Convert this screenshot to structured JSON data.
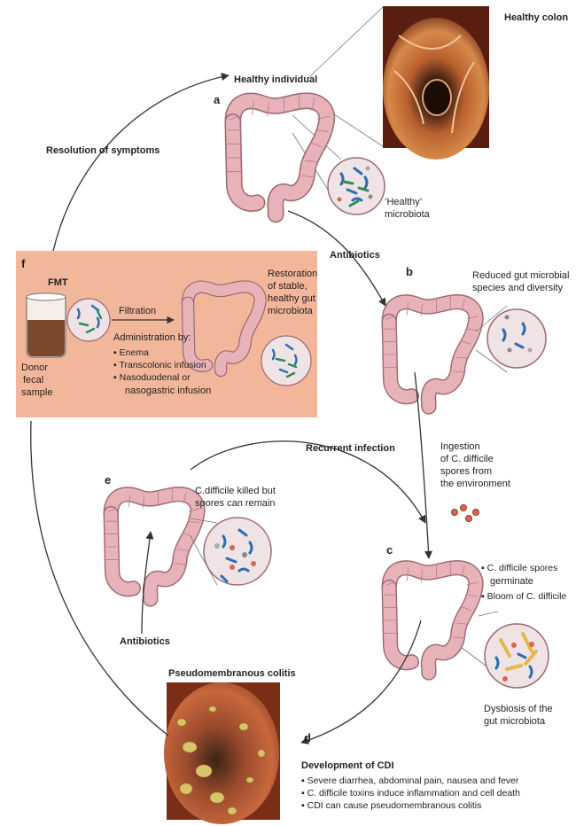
{
  "labels": {
    "healthy_colon": "Healthy colon",
    "healthy_individual": "Healthy individual",
    "a": "a",
    "healthy_microbiota_1": "‘Healthy’",
    "healthy_microbiota_2": "microbiota",
    "resolution": "Resolution of symptoms",
    "antibiotics_top": "Antibiotics",
    "b": "b",
    "reduced_1": "Reduced gut microbial",
    "reduced_2": "species and diversity",
    "recurrent": "Recurrent infection",
    "ingestion_1": "Ingestion",
    "ingestion_2": "of C. difficile",
    "ingestion_3": "spores from",
    "ingestion_4": "the environment",
    "e": "e",
    "killed_1": "C.difficile killed but",
    "killed_2": "spores can remain",
    "c": "c",
    "c_bullets": [
      "C. difficile spores",
      "germinate",
      "Bloom of C. difficile"
    ],
    "antibiotics_bottom": "Antibiotics",
    "pseudo": "Pseudomembranous colitis",
    "dysbiosis_1": "Dysbiosis of the",
    "dysbiosis_2": "gut microbiota",
    "d": "d",
    "dev_title": "Development of CDI",
    "dev_bullets": [
      "Severe diarrhea, abdominal pain, nausea and fever",
      "C. difficile toxins induce inflammation and cell death",
      "CDI can cause pseudomembranous colitis"
    ]
  },
  "fmt": {
    "f": "f",
    "title": "FMT",
    "donor_1": "Donor",
    "donor_2": "fecal",
    "donor_3": "sample",
    "filtration": "Filtration",
    "admin": "Administration by:",
    "admin_items": [
      "Enema",
      "Transcolonic infusion",
      "Nasoduodenal or",
      "nasogastric infusion"
    ],
    "restoration_1": "Restoration",
    "restoration_2": "of stable,",
    "restoration_3": "healthy gut",
    "restoration_4": "microbiota"
  },
  "colors": {
    "colon": "#e7b3b9",
    "colon_stroke": "#9c6a72",
    "panel": "#f2b69a",
    "circle": "#efe3e6",
    "blue_bacteria": "#2d6fae",
    "green_bacteria": "#2e8b57",
    "spore": "#d9674a",
    "yellow_bacteria": "#e6b84a"
  },
  "icons": [
    "colon-illustration",
    "microbiota-circle",
    "beaker-icon",
    "spore-cluster",
    "endoscopy-photo"
  ]
}
